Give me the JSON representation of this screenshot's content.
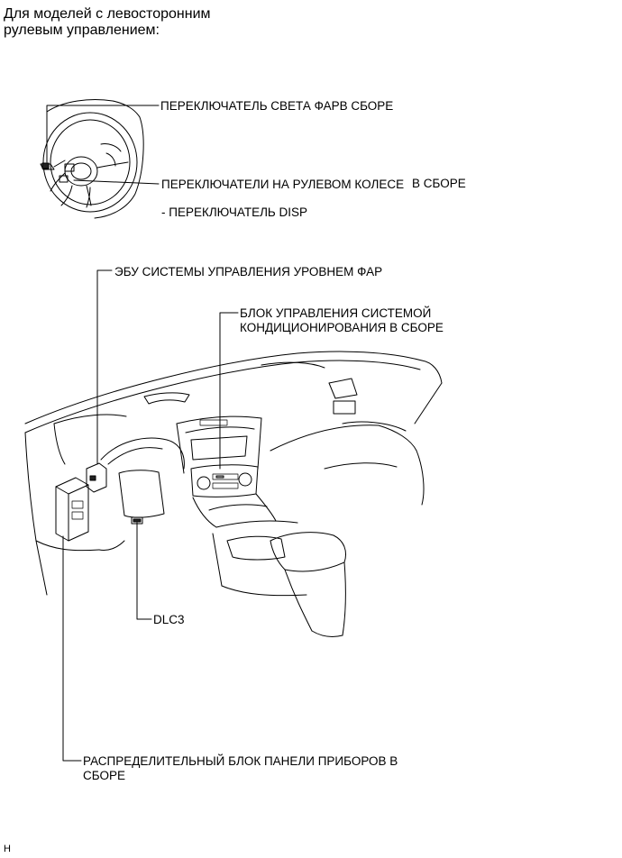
{
  "heading": {
    "line1": "Для моделей с левосторонним",
    "line2": "рулевым управлением:"
  },
  "labels": {
    "headlight_switch": "ПЕРЕКЛЮЧАТЕЛЬ СВЕТА ФАРВ СБОРЕ",
    "steering_switches": "ПЕРЕКЛЮЧАТЕЛИ НА РУЛЕВОМ КОЛЕСЕ",
    "steering_switches_suffix": "В СБОРЕ",
    "disp_switch": "- ПЕРЕКЛЮЧАТЕЛЬ DISP",
    "leveling_ecu": "ЭБУ СИСТЕМЫ УПРАВЛЕНИЯ УРОВНЕМ ФАР",
    "ac_control_line1": "БЛОК УПРАВЛЕНИЯ СИСТЕМОЙ",
    "ac_control_line2": "КОНДИЦИОНИРОВАНИЯ В СБОРЕ",
    "dlc3": "DLC3",
    "junction_block_line1": "РАСПРЕДЕЛИТЕЛЬНЫЙ БЛОК ПАНЕЛИ ПРИБОРОВ В",
    "junction_block_line2": "СБОРЕ"
  },
  "footer": {
    "code": "H"
  },
  "icons": {
    "steering_wheel": "steering-wheel-illustration",
    "dashboard": "dashboard-illustration"
  }
}
